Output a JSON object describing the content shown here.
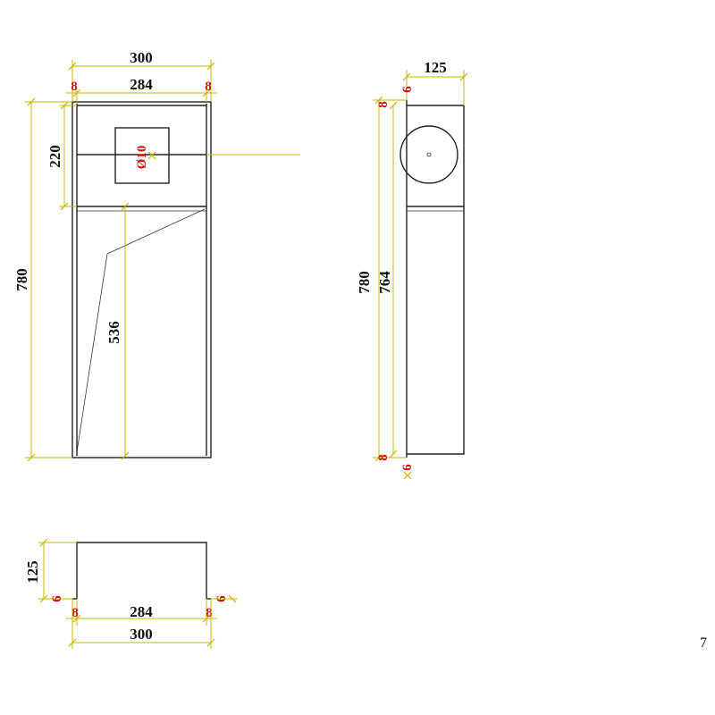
{
  "front": {
    "width_total": "300",
    "width_inner": "284",
    "wall_left": "8",
    "wall_right": "8",
    "height_total": "780",
    "shelf_height": "220",
    "lower_height": "536",
    "hole_label": "Ø10"
  },
  "side": {
    "depth": "125",
    "gap_top": "6",
    "gap_bottom": "6",
    "wall_top": "8",
    "wall_bottom": "8",
    "height_total": "780",
    "height_inner": "764"
  },
  "plan": {
    "depth": "125",
    "gap_left": "6",
    "gap_right": "6",
    "wall_left": "8",
    "wall_right": "8",
    "width_inner": "284",
    "width_total": "300"
  },
  "page_number": "7",
  "colors": {
    "dimension": "#c8b400",
    "dim_text_red": "#cc1010",
    "outline": "#222222"
  }
}
